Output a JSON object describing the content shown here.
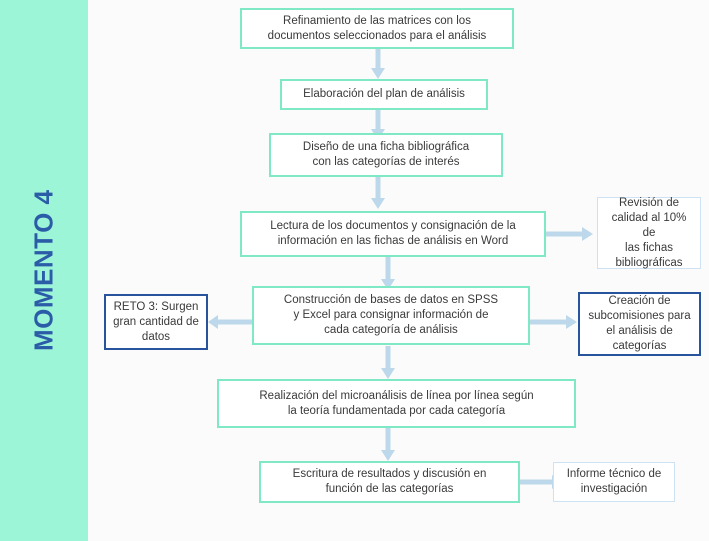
{
  "sidebar": {
    "label": "MOMENTO 4",
    "background_color": "#9df5d8",
    "text_color": "#2b5ca8"
  },
  "colors": {
    "accent_green": "#7fe8c4",
    "accent_navy": "#27549c",
    "accent_lightblue": "#cfe2f3",
    "arrow": "#bcd8ea",
    "page_background": "#fbfbfb",
    "node_text": "#3a3a3a"
  },
  "diagram": {
    "type": "flowchart",
    "title": "MOMENTO 4",
    "nodes": [
      {
        "id": "refinamiento",
        "text": "Refinamiento de las matrices con los\ndocumentos seleccionados para el análisis",
        "style": "green"
      },
      {
        "id": "plan",
        "text": "Elaboración del plan de análisis",
        "style": "green"
      },
      {
        "id": "ficha",
        "text": "Diseño de una ficha bibliográfica\ncon las categorías de interés",
        "style": "green"
      },
      {
        "id": "lectura",
        "text": "Lectura de los documentos y consignación de la\ninformación en las fichas de análisis en Word",
        "style": "green"
      },
      {
        "id": "revision",
        "text": "Revisión de\ncalidad al 10% de\nlas fichas\nbibliográficas",
        "style": "lightblue"
      },
      {
        "id": "reto3",
        "text": "RETO 3: Surgen\ngran cantidad de\ndatos",
        "style": "navy"
      },
      {
        "id": "construccion",
        "text": "Construcción de bases de datos en SPSS\ny Excel para consignar información de\ncada categoría de análisis",
        "style": "green"
      },
      {
        "id": "subcomisiones",
        "text": "Creación de\nsubcomisiones para\nel análisis de\ncategorías",
        "style": "navy"
      },
      {
        "id": "microanalisis",
        "text": "Realización del microanálisis de línea por línea según\nla teoría fundamentada por cada categoría",
        "style": "green"
      },
      {
        "id": "escritura",
        "text": "Escritura de resultados y discusión en\nfunción de las categorías",
        "style": "green"
      },
      {
        "id": "informe",
        "text": "Informe técnico de\ninvestigación",
        "style": "lightblue"
      }
    ],
    "edges": [
      {
        "from": "refinamiento",
        "to": "plan",
        "direction": "down"
      },
      {
        "from": "plan",
        "to": "ficha",
        "direction": "down"
      },
      {
        "from": "ficha",
        "to": "lectura",
        "direction": "down"
      },
      {
        "from": "lectura",
        "to": "revision",
        "direction": "right"
      },
      {
        "from": "lectura",
        "to": "construccion",
        "direction": "down"
      },
      {
        "from": "construccion",
        "to": "reto3",
        "direction": "left"
      },
      {
        "from": "construccion",
        "to": "subcomisiones",
        "direction": "right"
      },
      {
        "from": "construccion",
        "to": "microanalisis",
        "direction": "down"
      },
      {
        "from": "microanalisis",
        "to": "escritura",
        "direction": "down"
      },
      {
        "from": "escritura",
        "to": "informe",
        "direction": "right"
      }
    ]
  }
}
